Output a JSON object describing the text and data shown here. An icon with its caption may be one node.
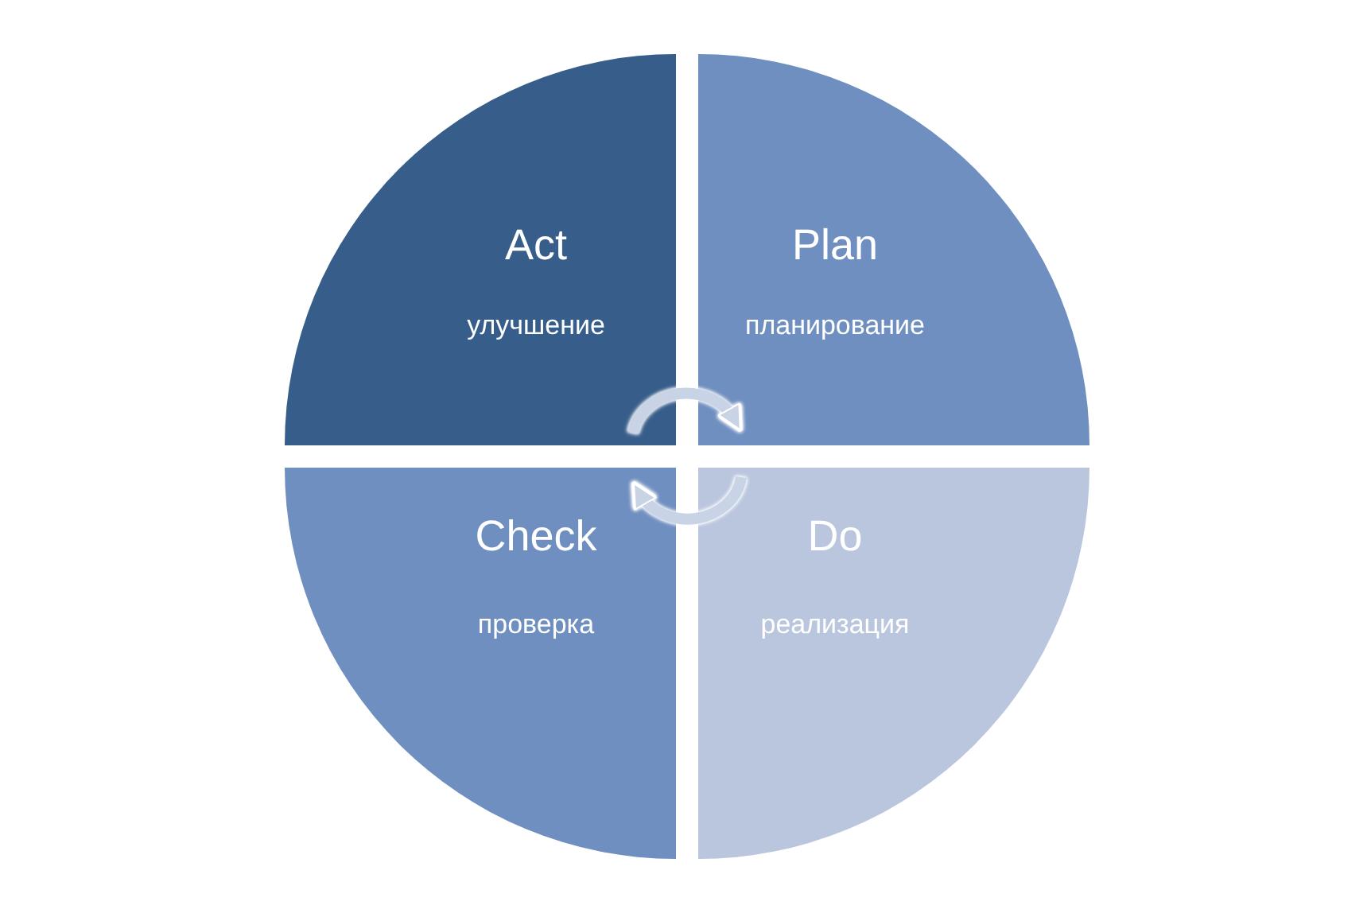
{
  "diagram": {
    "nodes": [
      {
        "text": [
          "Act",
          "улучшение"
        ]
      },
      {
        "text": [
          "Plan",
          "планирование"
        ]
      },
      {
        "text": [
          "Check",
          "проверка"
        ]
      },
      {
        "text": [
          "Do",
          "реализация"
        ]
      }
    ],
    "edges": [
      {
        "from": 0,
        "to": 1,
        "arrow": "to"
      },
      {
        "from": 3,
        "to": 2,
        "arrow": "to"
      }
    ]
  }
}
